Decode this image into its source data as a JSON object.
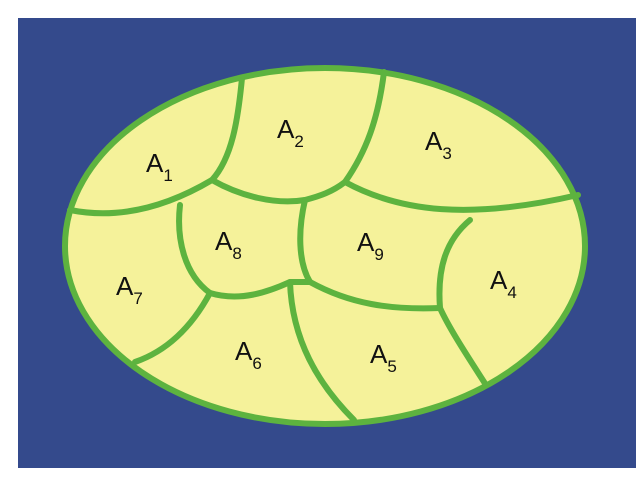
{
  "colors": {
    "page_background": "#ffffff",
    "frame_background": "#344a8c",
    "region_fill": "#f5f29a",
    "region_stroke": "#5db33f",
    "label_text": "#111111"
  },
  "regions": [
    {
      "letter": "A",
      "index": "1"
    },
    {
      "letter": "A",
      "index": "2"
    },
    {
      "letter": "A",
      "index": "3"
    },
    {
      "letter": "A",
      "index": "4"
    },
    {
      "letter": "A",
      "index": "5"
    },
    {
      "letter": "A",
      "index": "6"
    },
    {
      "letter": "A",
      "index": "7"
    },
    {
      "letter": "A",
      "index": "8"
    },
    {
      "letter": "A",
      "index": "9"
    }
  ]
}
